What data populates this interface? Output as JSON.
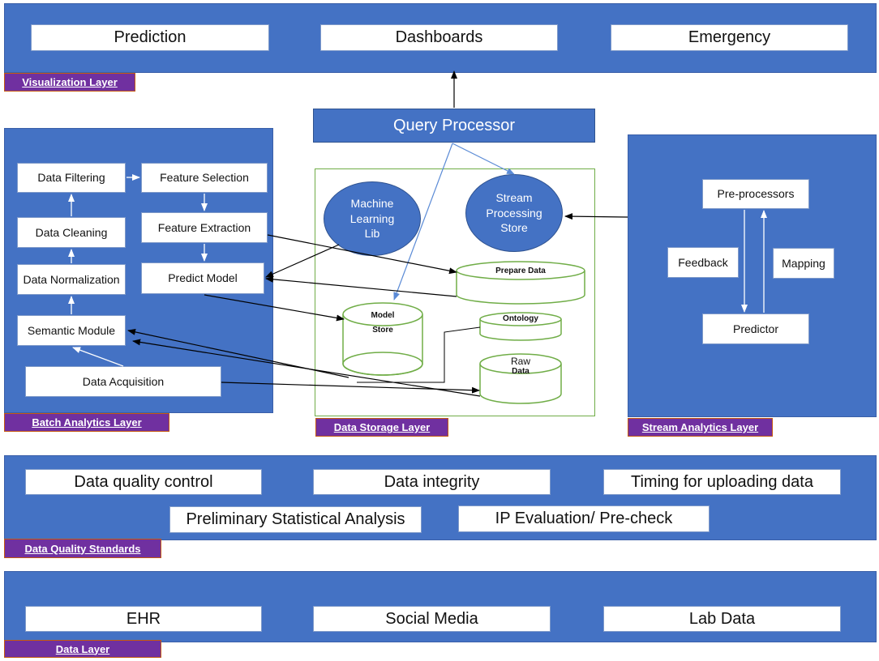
{
  "visualization": {
    "label": "Visualization Layer",
    "items": [
      "Prediction",
      "Dashboards",
      "Emergency"
    ]
  },
  "query_processor": "Query Processor",
  "batch": {
    "label": "Batch Analytics  Layer",
    "data_filtering": "Data Filtering",
    "feature_selection": "Feature Selection",
    "data_cleaning": "Data Cleaning",
    "feature_extraction": "Feature Extraction",
    "data_normalization": "Data Normalization",
    "predict_model": "Predict Model",
    "semantic_module": "Semantic Module",
    "data_acquisition": "Data Acquisition"
  },
  "storage": {
    "label": "Data Storage Layer",
    "ml_lib": "Machine Learning Lib",
    "stream_store": "Stream Processing Store",
    "prepare_data": "Prepare Data",
    "model_store": "Model Store",
    "ontology": "Ontology",
    "raw_data_1": "Raw",
    "raw_data_2": "Data"
  },
  "stream": {
    "label": "Stream Analytics Layer",
    "pre_processors": "Pre-processors",
    "feedback": "Feedback",
    "mapping": "Mapping",
    "predictor": "Predictor"
  },
  "quality": {
    "label": "Data Quality Standards",
    "items": [
      "Data quality control",
      "Data integrity",
      "Timing for uploading data",
      "Preliminary Statistical Analysis",
      "IP Evaluation/ Pre-check"
    ]
  },
  "data_layer": {
    "label": "Data Layer",
    "items": [
      "EHR",
      "Social Media",
      "Lab Data"
    ]
  },
  "colors": {
    "panel": "#4472c4",
    "tag": "#7030a0",
    "tag_border": "#c55a11",
    "storage_border": "#70ad47"
  }
}
